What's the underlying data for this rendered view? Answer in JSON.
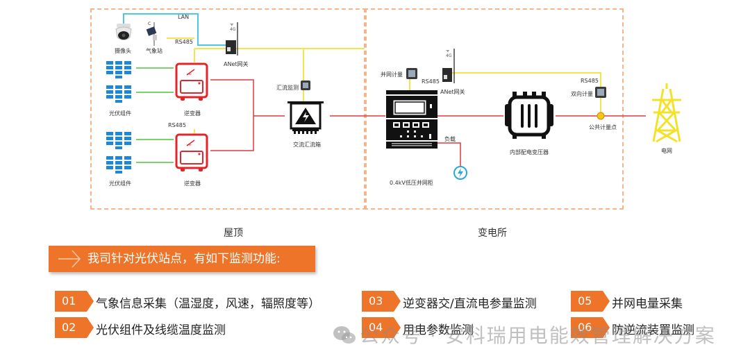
{
  "diagram": {
    "zones": {
      "rooftop": "屋顶",
      "substation": "变电所"
    },
    "links": {
      "lan": "LAN",
      "rs485_top": "RS485",
      "rs485_mid": "RS485",
      "rs485_cabinet": "RS485",
      "rs485_right": "RS485"
    },
    "devices": {
      "camera": "摄像头",
      "weather_station": "气象站",
      "gateway_left": "ANet网关",
      "pv_module_1": "光伏组件",
      "pv_module_2": "光伏组件",
      "inverter_1": "逆变器",
      "inverter_2": "逆变器",
      "combiner_monitor": "汇流监测",
      "ac_combiner_box": "交流汇流箱",
      "grid_meter": "并网计量",
      "gateway_right": "ANet网关",
      "load": "负载",
      "lv_cabinet": "0.4kV低压并网柜",
      "transformer": "内部配电变压器",
      "bidirectional_meter": "双向计量",
      "common_metering_point": "公共计量点",
      "grid": "电网",
      "signal_4g": "4G"
    },
    "colors": {
      "lan": "#4cc8e0",
      "rs485": "#f2e64a",
      "dc": "#7ad36a",
      "ac": "#e0393e",
      "inverter": "#e0262b",
      "pv": "#1e88d8",
      "accent": "#ee7429"
    }
  },
  "banner": {
    "text": "我司针对光伏站点，有如下监测功能:"
  },
  "features": [
    {
      "num": "01",
      "label": "气象信息采集（温湿度，风速，辐照度等）"
    },
    {
      "num": "02",
      "label": "光伏组件及线缆温度监测"
    },
    {
      "num": "03",
      "label": "逆变器交/直流电参量监测"
    },
    {
      "num": "04",
      "label": "用电参数监测"
    },
    {
      "num": "05",
      "label": "并网电量采集"
    },
    {
      "num": "06",
      "label": "防逆流装置监测"
    }
  ],
  "watermark": "公众号 · 安科瑞用电能效管理解决方案"
}
